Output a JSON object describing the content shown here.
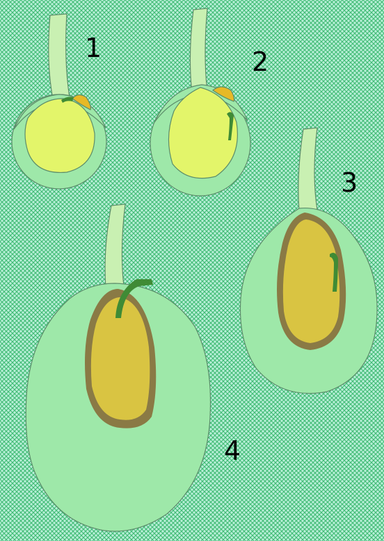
{
  "diagram": {
    "stages": [
      {
        "label": "1"
      },
      {
        "label": "2"
      },
      {
        "label": "3"
      },
      {
        "label": "4"
      }
    ]
  },
  "colors": {
    "background": "#b8efd8",
    "background_pattern": "#3fba73",
    "stalk": "#c9f0b2",
    "outer_tissue": "#9ee8a9",
    "young_seed": "#e3f56a",
    "seed_coat": "#8a7a45",
    "endosperm": "#d9c442",
    "embryo": "#3f8b35",
    "appendage": "#e7b927",
    "outline": "#5c8c6a"
  }
}
